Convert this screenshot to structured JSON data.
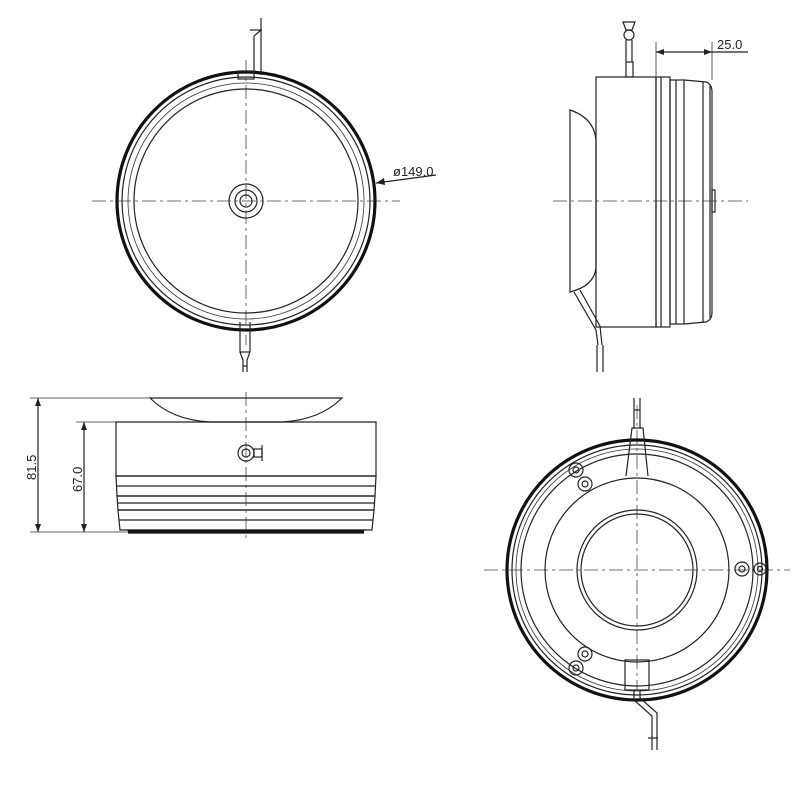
{
  "dimensions": {
    "diameter": "ø149.0",
    "depth": "25.0",
    "total_height": "81.5",
    "body_height": "67.0"
  }
}
